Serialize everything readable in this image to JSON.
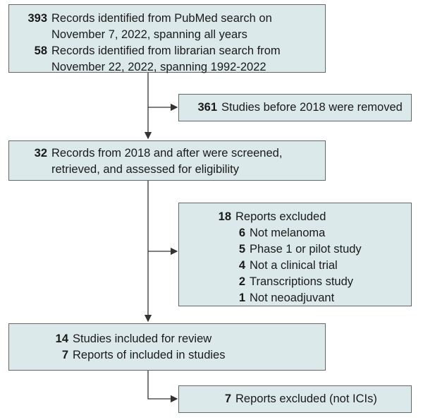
{
  "identification": [
    {
      "count": "393",
      "lines": [
        "Records identified from PubMed search on",
        "November 7, 2022, spanning all years"
      ]
    },
    {
      "count": "58",
      "lines": [
        "Records identified from librarian search from",
        "November 22, 2022, spanning 1992-2022"
      ]
    }
  ],
  "removed": {
    "count": "361",
    "text": "Studies before 2018 were removed"
  },
  "screened": {
    "count": "32",
    "lines": [
      "Records from 2018 and after were screened,",
      "retrieved, and assessed for eligibility"
    ]
  },
  "excluded": {
    "count": "18",
    "text": "Reports excluded",
    "reasons": [
      {
        "count": "6",
        "text": "Not melanoma"
      },
      {
        "count": "5",
        "text": "Phase 1 or pilot study"
      },
      {
        "count": "4",
        "text": "Not a clinical trial"
      },
      {
        "count": "2",
        "text": "Transcriptions study"
      },
      {
        "count": "1",
        "text": "Not neoadjuvant"
      }
    ]
  },
  "included": [
    {
      "count": "14",
      "text": "Studies included for review"
    },
    {
      "count": "7",
      "text": "Reports of included in studies"
    }
  ],
  "final_excluded": {
    "count": "7",
    "text": "Reports excluded (not ICIs)"
  }
}
